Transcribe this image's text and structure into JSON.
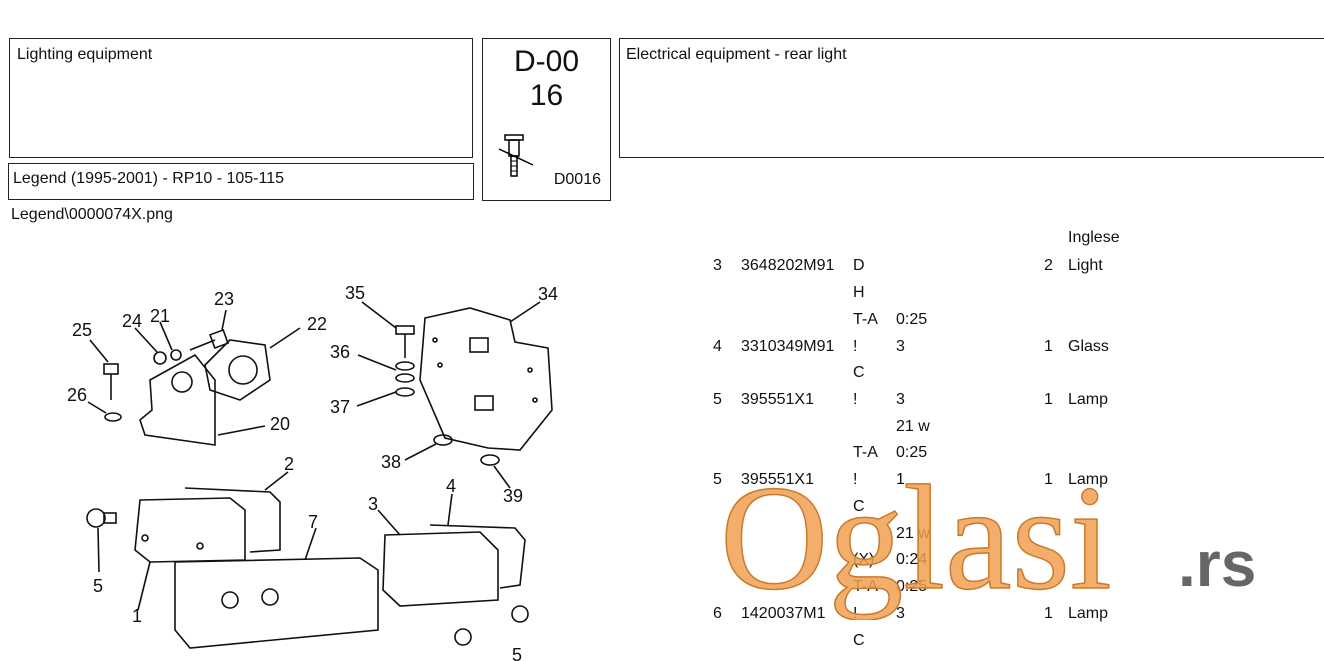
{
  "header": {
    "section_title": "Lighting equipment",
    "model": "Legend (1995-2001) - RP10 -  105-115",
    "code_line1": "D-00",
    "code_line2": "16",
    "code_ref": "D0016",
    "description": "Electrical equipment - rear light"
  },
  "image_name": "Legend\\0000074X.png",
  "parts_table": {
    "language_header": "Inglese",
    "rows": [
      {
        "pos": "3",
        "part_no": "3648202M91",
        "code": "D",
        "spec": "",
        "qty": "2",
        "desc": "Light"
      },
      {
        "pos": "",
        "part_no": "",
        "code": "H",
        "spec": "",
        "qty": "",
        "desc": ""
      },
      {
        "pos": "",
        "part_no": "",
        "code": "T-A",
        "spec": "0:25",
        "qty": "",
        "desc": ""
      },
      {
        "pos": "4",
        "part_no": "3310349M91",
        "code": "!",
        "spec": "3",
        "qty": "1",
        "desc": "Glass"
      },
      {
        "pos": "",
        "part_no": "",
        "code": "C",
        "spec": "",
        "qty": "",
        "desc": ""
      },
      {
        "pos": "5",
        "part_no": "395551X1",
        "code": "!",
        "spec": "3",
        "qty": "1",
        "desc": "Lamp"
      },
      {
        "pos": "",
        "part_no": "",
        "code": "",
        "spec": "21 w",
        "qty": "",
        "desc": ""
      },
      {
        "pos": "",
        "part_no": "",
        "code": "T-A",
        "spec": "0:25",
        "qty": "",
        "desc": ""
      },
      {
        "pos": "5",
        "part_no": "395551X1",
        "code": "!",
        "spec": "1",
        "qty": "1",
        "desc": "Lamp"
      },
      {
        "pos": "",
        "part_no": "",
        "code": "C",
        "spec": "",
        "qty": "",
        "desc": ""
      },
      {
        "pos": "",
        "part_no": "",
        "code": "",
        "spec": "21 w",
        "qty": "",
        "desc": ""
      },
      {
        "pos": "",
        "part_no": "",
        "code": "(X)",
        "spec": "0:24",
        "qty": "",
        "desc": ""
      },
      {
        "pos": "",
        "part_no": "",
        "code": "T-A",
        "spec": "0:25",
        "qty": "",
        "desc": ""
      },
      {
        "pos": "6",
        "part_no": "1420037M1",
        "code": "!",
        "spec": "3",
        "qty": "1",
        "desc": "Lamp"
      },
      {
        "pos": "",
        "part_no": "",
        "code": "C",
        "spec": "",
        "qty": "",
        "desc": ""
      }
    ]
  },
  "diagram_callouts": [
    "25",
    "24",
    "21",
    "23",
    "22",
    "26",
    "20",
    "35",
    "34",
    "36",
    "37",
    "38",
    "39",
    "2",
    "7",
    "3",
    "4",
    "5",
    "1",
    "5"
  ],
  "watermark": {
    "text": "Oglasi",
    "suffix": ".rs",
    "color": "#f0a050",
    "suffix_color": "#666666"
  }
}
